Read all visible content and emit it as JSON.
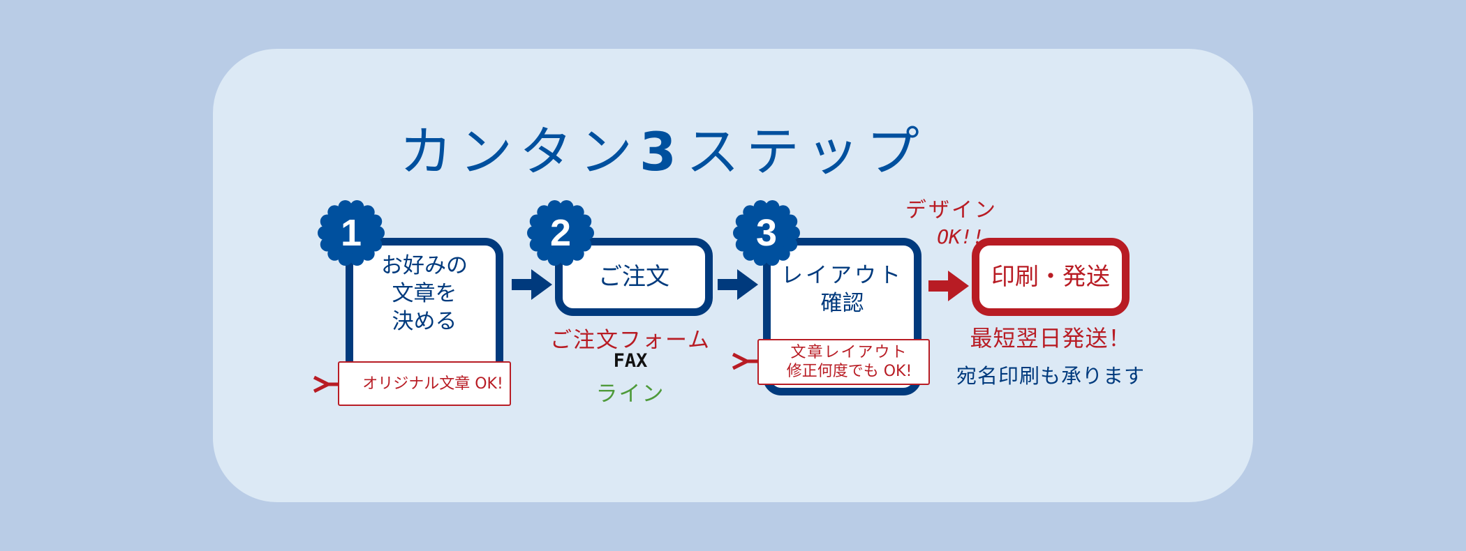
{
  "title": {
    "prefix": "カンタン",
    "number": "3",
    "suffix": "ステップ"
  },
  "colors": {
    "background": "#b9cce6",
    "panel": "#dce9f5",
    "primary_blue": "#003a7d",
    "title_blue": "#00509e",
    "accent_red": "#b81c24",
    "accent_green": "#4e9a3a"
  },
  "steps": [
    {
      "number": "1",
      "box_lines": [
        "お好みの",
        "文章を",
        "決める"
      ],
      "tag_lines": [
        "オリジナル文章 OK!"
      ]
    },
    {
      "number": "2",
      "box_lines": [
        "ご注文"
      ],
      "notes": [
        {
          "text": "ご注文フォーム",
          "color": "red"
        },
        {
          "text": "FAX",
          "color": "black"
        },
        {
          "text": "ライン",
          "color": "green"
        }
      ]
    },
    {
      "number": "3",
      "box_lines": [
        "レイアウト",
        "確認"
      ],
      "tag_lines": [
        "文章レイアウト",
        "修正何度でも OK!"
      ]
    },
    {
      "box_lines": [
        "印刷・発送"
      ],
      "callout_lines": [
        "デザイン",
        "OK!!"
      ],
      "notes": [
        {
          "text": "最短翌日発送！",
          "color": "red"
        },
        {
          "text": "宛名印刷も承ります",
          "color": "blue"
        }
      ]
    }
  ],
  "icons": {
    "badge": "scalloped-circle",
    "arrow": "right-arrow",
    "tag_hook": "tag-string-hook"
  }
}
